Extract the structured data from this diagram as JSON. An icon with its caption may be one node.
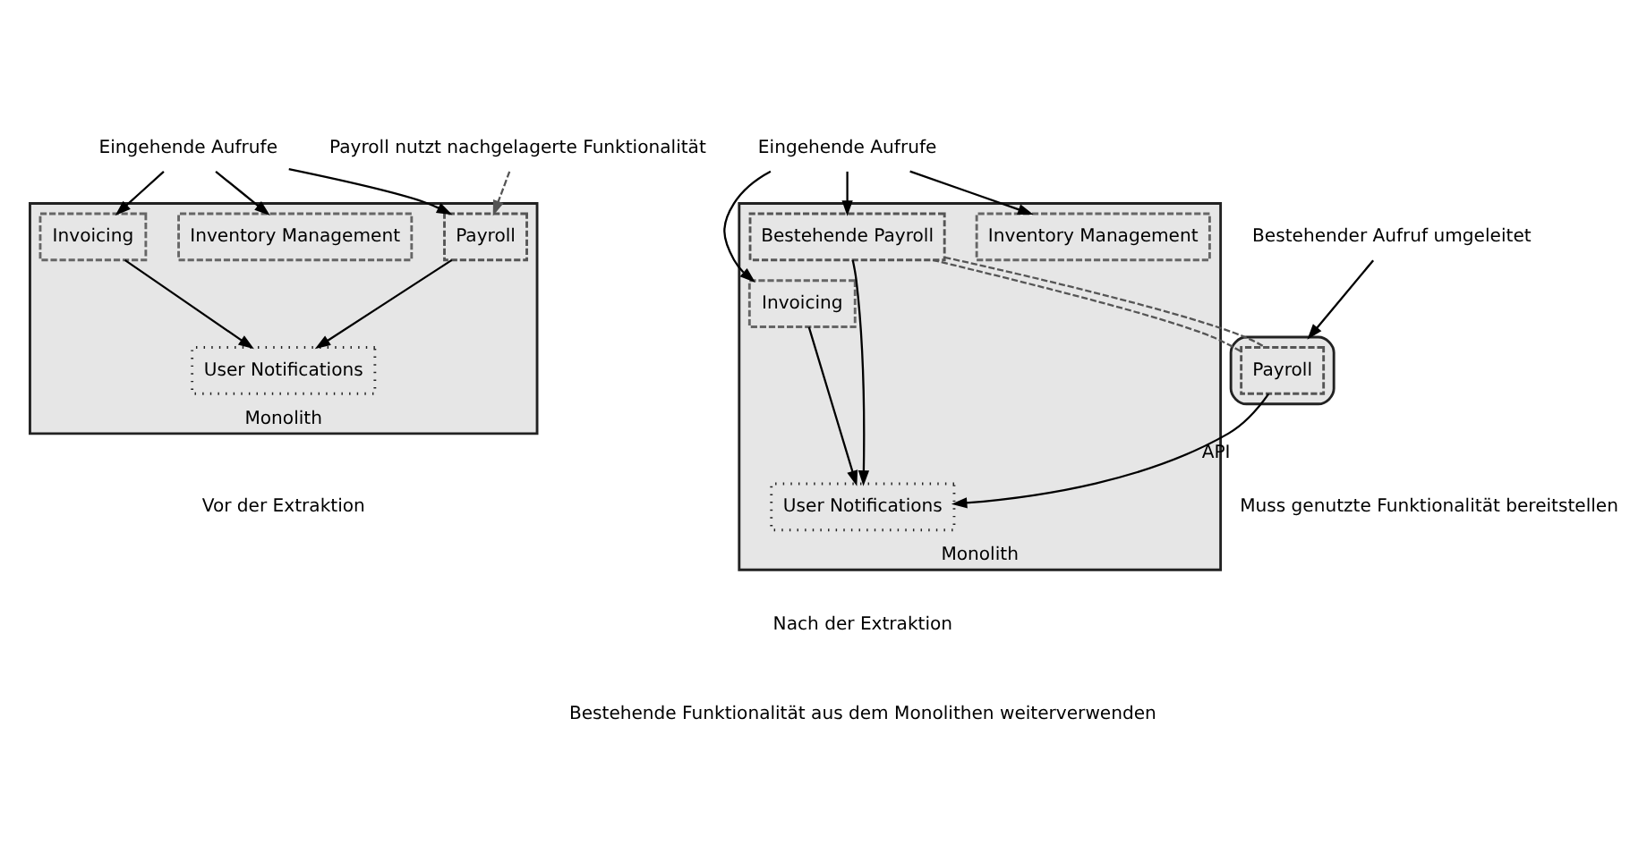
{
  "diagram": {
    "nodes": [
      {
        "text": [
          "Eingehende Aufrufe"
        ]
      },
      {
        "text": [
          "Payroll nutzt nachgelagerte Funktionalität"
        ]
      },
      {
        "text": [
          "Monolith"
        ]
      },
      {
        "text": [
          "Invoicing"
        ],
        "in": 2
      },
      {
        "text": [
          "Payroll"
        ],
        "in": 2
      },
      {
        "text": [
          "Inventory Management"
        ],
        "in": 2
      },
      {
        "text": [
          "User Notifications"
        ],
        "in": 2
      },
      {
        "text": [
          "Eingehende Aufrufe"
        ]
      },
      {
        "text": [
          "Bestehender Aufruf umgeleitet"
        ]
      },
      {
        "text": [
          "Monolith"
        ]
      },
      {
        "text": [
          "Invoicing"
        ],
        "in": 9
      },
      {
        "text": [
          "Bestehende Payroll"
        ],
        "in": 9
      },
      {
        "text": [
          "Inventory Management"
        ],
        "in": 9
      },
      {
        "text": [
          "User Notifications"
        ],
        "in": 9
      },
      {
        "text": [],
        "shape": "hexagon"
      },
      {
        "text": [
          "Payroll"
        ],
        "in": 14
      }
    ],
    "edges": [
      {
        "from": 0,
        "to": 5,
        "arrow": "to"
      },
      {
        "from": 0,
        "to": 3,
        "arrow": "to"
      },
      {
        "from": 0,
        "to": 4,
        "arrow": "to"
      },
      {
        "from": 1,
        "to": 4,
        "arrow": "to",
        "style": "dashed"
      },
      {
        "from": 3,
        "to": 6,
        "arrow": "to"
      },
      {
        "from": 4,
        "to": 6,
        "arrow": "to"
      },
      {
        "from": 7,
        "to": 12,
        "arrow": "to"
      },
      {
        "from": 7,
        "to": 10,
        "arrow": "to"
      },
      {
        "from": 7,
        "to": 11,
        "arrow": "to"
      },
      {
        "from": 8,
        "to": 14,
        "arrow": "to"
      },
      {
        "from": 10,
        "to": 13,
        "arrow": "to"
      },
      {
        "from": 11,
        "to": 13,
        "arrow": "to"
      },
      {
        "from": 11,
        "to": 15,
        "arrow": "none",
        "style": "dashed"
      },
      {
        "from": 11,
        "to": 15,
        "arrow": "none",
        "style": "dashed"
      },
      {
        "from": 15,
        "to": 13,
        "arrow": "to",
        "label": "API"
      }
    ],
    "labels": [
      "Muss genutzte Funktionalität bereitstellen",
      "Vor der Extraktion",
      "Nach der Extraktion",
      "Bestehende Funktionalität aus dem Monolithen weiterverwenden"
    ]
  }
}
